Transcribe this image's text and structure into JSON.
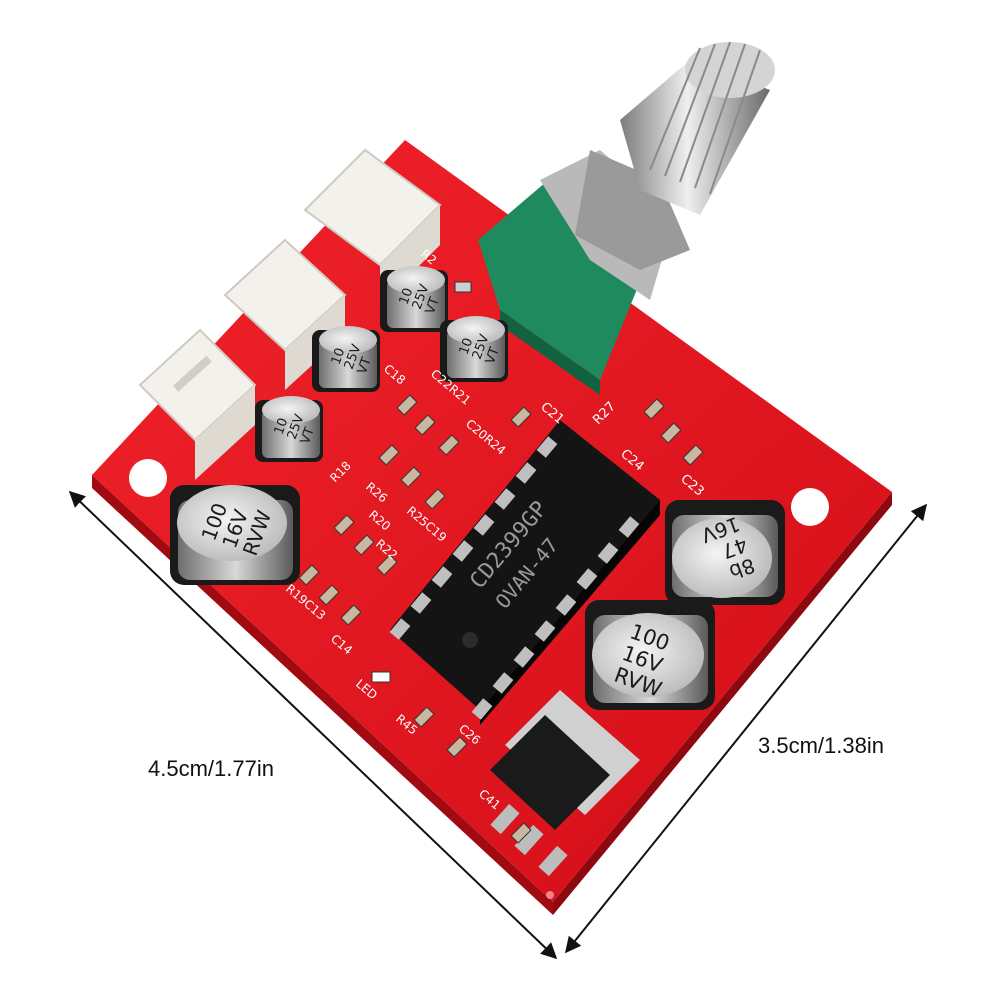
{
  "dimensions": {
    "length": "4.5cm/1.77in",
    "width": "3.5cm/1.38in"
  },
  "board": {
    "color": "#e8111c",
    "chip": {
      "line1": "CD2399GP",
      "line2": "OVAN-47"
    },
    "big_caps": [
      {
        "value": "100",
        "voltage": "16V",
        "series": "RVW"
      },
      {
        "value": "100",
        "voltage": "16V",
        "series": "RVW"
      },
      {
        "value": "8b",
        "value2": "47",
        "voltage": "16V"
      }
    ],
    "small_caps": [
      {
        "value": "10",
        "voltage": "25V",
        "series": "VT"
      },
      {
        "value": "10",
        "voltage": "25V",
        "series": "VT"
      },
      {
        "value": "10",
        "voltage": "25V",
        "series": "VT"
      },
      {
        "value": "10",
        "voltage": "25V",
        "series": "VT"
      }
    ],
    "silkscreen": {
      "c21": "C21",
      "r27": "R27",
      "c24": "C24",
      "c23": "C23",
      "c22r21": "C22R21",
      "c20r24": "C20R24",
      "c18": "C18",
      "r18": "R18",
      "r26": "R26",
      "r20": "R20",
      "r25c19": "R25C19",
      "r22": "R22",
      "r19c13": "R19C13",
      "c14": "C14",
      "led": "LED",
      "r45": "R45",
      "c26": "C26",
      "c41": "C41",
      "r2": "R2"
    }
  }
}
